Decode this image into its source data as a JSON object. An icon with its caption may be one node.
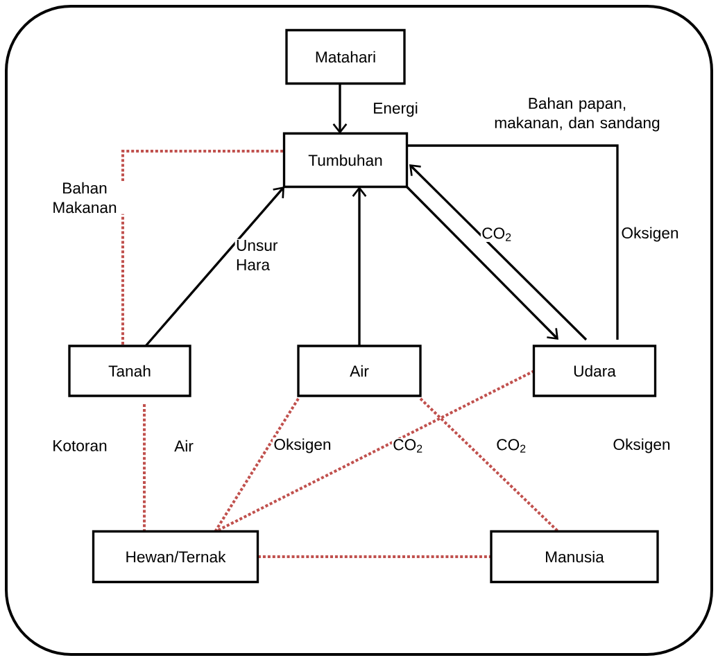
{
  "diagram": {
    "nodes": [
      {
        "text": [
          "Matahari"
        ]
      },
      {
        "text": [
          "Tumbuhan"
        ]
      },
      {
        "text": [
          "Tanah"
        ]
      },
      {
        "text": [
          "Air"
        ]
      },
      {
        "text": [
          "Udara"
        ]
      },
      {
        "text": [
          "Hewan/Ternak"
        ]
      },
      {
        "text": [
          "Manusia"
        ]
      }
    ],
    "edges": [
      {
        "from": 0,
        "to": 1,
        "arrow": "to",
        "label": "Energi"
      },
      {
        "from": 2,
        "to": 1,
        "arrow": "to",
        "label": "Unsur Hara"
      },
      {
        "from": 3,
        "to": 1,
        "arrow": "to"
      },
      {
        "from": 1,
        "to": 4,
        "arrow": "to"
      },
      {
        "from": 4,
        "to": 1,
        "arrow": "to",
        "label": "CO$_{2}$"
      },
      {
        "from": 1,
        "to": 4,
        "arrow": "none",
        "label": "Oksigen"
      },
      {
        "from": 2,
        "to": 1,
        "arrow": "none",
        "style": "dashed",
        "color": "#c0504d"
      },
      {
        "from": 2,
        "to": 5,
        "arrow": "none",
        "style": "dashed",
        "color": "#c0504d"
      },
      {
        "from": 3,
        "to": 5,
        "arrow": "none",
        "style": "dashed",
        "color": "#c0504d"
      },
      {
        "from": 4,
        "to": 5,
        "arrow": "none",
        "style": "dashed",
        "color": "#c0504d"
      },
      {
        "from": 3,
        "to": 6,
        "arrow": "none",
        "style": "dashed",
        "color": "#c0504d"
      },
      {
        "from": 5,
        "to": 6,
        "arrow": "none",
        "style": "dashed",
        "color": "#c0504d"
      }
    ],
    "labels": [
      "Bahan papan, makanan, dan sandang",
      "Bahan Makanan",
      "Kotoran",
      "Air",
      "Oksigen",
      "CO$_{2}$",
      "CO$_{2}$",
      "Oksigen"
    ]
  }
}
